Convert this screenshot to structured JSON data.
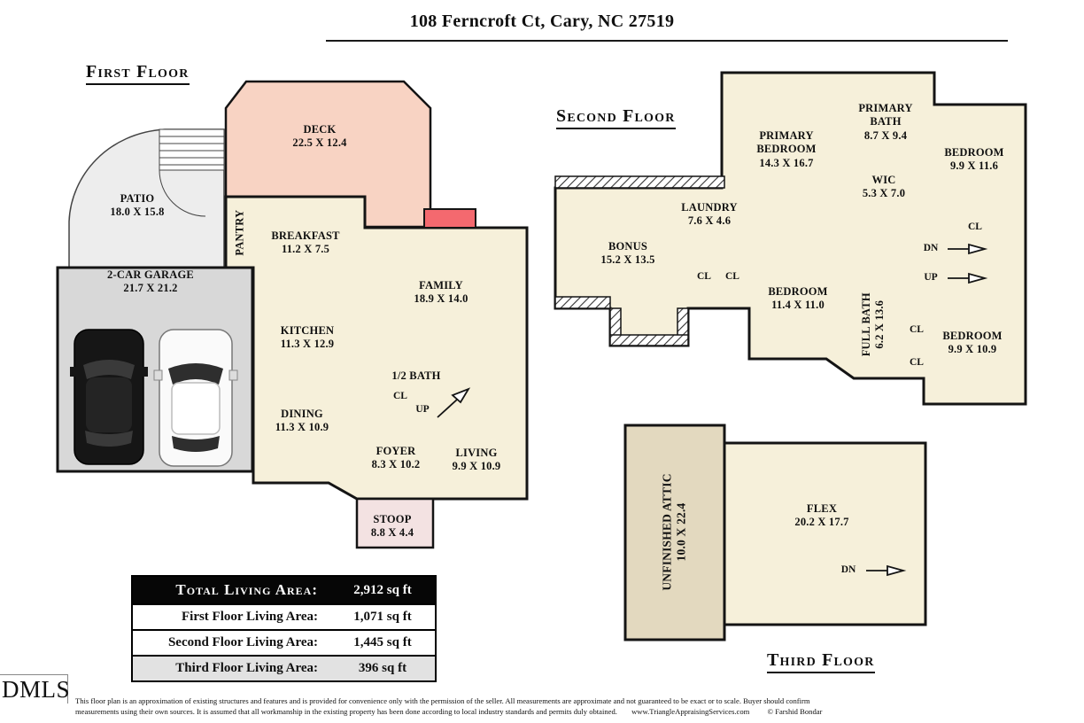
{
  "title": "108 Ferncroft Ct, Cary, NC 27519",
  "labels": {
    "cl": "CL",
    "up": "UP",
    "dn": "DN"
  },
  "floors": {
    "first": {
      "heading": "First Floor",
      "rooms": {
        "deck": {
          "name": "DECK",
          "dims": "22.5 X 12.4"
        },
        "patio": {
          "name": "PATIO",
          "dims": "18.0 X 15.8"
        },
        "garage": {
          "name": "2-CAR GARAGE",
          "dims": "21.7 X 21.2"
        },
        "pantry": {
          "name": "PANTRY"
        },
        "breakfast": {
          "name": "BREAKFAST",
          "dims": "11.2 X 7.5"
        },
        "family": {
          "name": "FAMILY",
          "dims": "18.9 X 14.0"
        },
        "kitchen": {
          "name": "KITCHEN",
          "dims": "11.3 X 12.9"
        },
        "half_bath": {
          "name": "1/2 BATH"
        },
        "dining": {
          "name": "DINING",
          "dims": "11.3 X 10.9"
        },
        "foyer": {
          "name": "FOYER",
          "dims": "8.3 X 10.2"
        },
        "living": {
          "name": "LIVING",
          "dims": "9.9 X 10.9"
        },
        "stoop": {
          "name": "STOOP",
          "dims": "8.8 X 4.4"
        }
      }
    },
    "second": {
      "heading": "Second Floor",
      "rooms": {
        "primary_bedroom": {
          "name": "PRIMARY BEDROOM",
          "dims": "14.3 X 16.7"
        },
        "primary_bath": {
          "name": "PRIMARY BATH",
          "dims": "8.7 X 9.4"
        },
        "bedroom_right": {
          "name": "BEDROOM",
          "dims": "9.9 X 11.6"
        },
        "wic": {
          "name": "WIC",
          "dims": "5.3 X 7.0"
        },
        "laundry": {
          "name": "LAUNDRY",
          "dims": "7.6 X 4.6"
        },
        "bonus": {
          "name": "BONUS",
          "dims": "15.2 X 13.5"
        },
        "bedroom_center": {
          "name": "BEDROOM",
          "dims": "11.4 X 11.0"
        },
        "full_bath": {
          "name": "FULL BATH",
          "dims": "6.2 X 13.6"
        },
        "bedroom_lower_right": {
          "name": "BEDROOM",
          "dims": "9.9 X 10.9"
        }
      }
    },
    "third": {
      "heading": "Third Floor",
      "rooms": {
        "attic": {
          "name": "UNFINISHED ATTIC",
          "dims": "10.0 X 22.4"
        },
        "flex": {
          "name": "FLEX",
          "dims": "20.2 X 17.7"
        }
      }
    }
  },
  "area_table": {
    "rows": [
      {
        "label": "Total Living Area:",
        "value": "2,912 sq ft"
      },
      {
        "label": "First Floor Living Area:",
        "value": "1,071 sq ft"
      },
      {
        "label": "Second Floor Living Area:",
        "value": "1,445 sq ft"
      },
      {
        "label": "Third Floor Living Area:",
        "value": "396 sq ft"
      }
    ]
  },
  "footer": {
    "logo": "DMLS",
    "disclaimer_line1": "This floor plan is an approximation of existing structures and features and is provided for convenience only with the permission of the seller.  All measurements are approximate and not guaranteed to be exact or to scale.  Buyer should confirm",
    "disclaimer_line2": "measurements using their own sources.  It is assumed that all workmanship in the existing property has been done according to local industry standards and permits duly obtained.",
    "website": "www.TriangleAppraisingServices.com",
    "copyright": "© Farshid Bondar"
  },
  "colors": {
    "floor_fill": "#f6f0da",
    "deck_fill": "#f8d3c3",
    "patio_fill": "#ededed",
    "garage_fill": "#d8d8d8",
    "stoop_fill": "#f3e2e2",
    "attic_fill": "#e3d9bf",
    "fireplace_fill": "#f4696f",
    "outline": "#141414"
  }
}
